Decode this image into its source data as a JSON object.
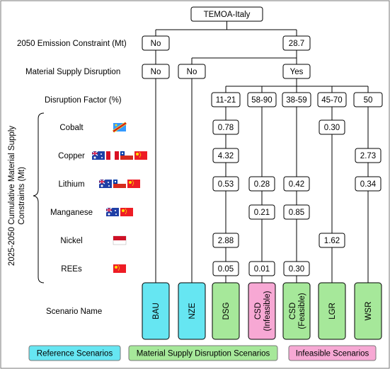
{
  "root": "TEMOA-Italy",
  "row_labels": {
    "emission": "2050 Emission Constraint (Mt)",
    "disruption": "Material Supply Disruption",
    "factor": "Disruption Factor (%)",
    "scenario": "Scenario Name"
  },
  "side_label": [
    "2025-2050 Cumulative Material Supply",
    "Constraints (Mt)"
  ],
  "emission_nodes": [
    "No",
    "28.7"
  ],
  "disruption_nodes": [
    "No",
    "No",
    "Yes"
  ],
  "factors": [
    "11-21",
    "58-90",
    "38-59",
    "45-70",
    "50"
  ],
  "materials": [
    {
      "name": "Cobalt",
      "flags": [
        "DR Congo"
      ]
    },
    {
      "name": "Copper",
      "flags": [
        "Australia",
        "Peru",
        "Chile",
        "China"
      ]
    },
    {
      "name": "Lithium",
      "flags": [
        "Australia",
        "Chile",
        "China"
      ]
    },
    {
      "name": "Manganese",
      "flags": [
        "Australia",
        "China"
      ]
    },
    {
      "name": "Nickel",
      "flags": [
        "Indonesia"
      ]
    },
    {
      "name": "REEs",
      "flags": [
        "China"
      ]
    }
  ],
  "values": {
    "DSG": [
      "0.78",
      "4.32",
      "0.53",
      null,
      "2.88",
      "0.05"
    ],
    "CSD_inf": [
      null,
      null,
      "0.28",
      "0.21",
      null,
      "0.01"
    ],
    "CSD_fea": [
      null,
      null,
      "0.42",
      "0.85",
      null,
      "0.30"
    ],
    "LGR": [
      "0.30",
      null,
      null,
      null,
      "1.62",
      null
    ],
    "WSR": [
      null,
      "2.73",
      "0.34",
      null,
      null,
      null
    ]
  },
  "scenarios": [
    {
      "id": "BAU",
      "lines": [
        "BAU"
      ],
      "type": "reference"
    },
    {
      "id": "NZE",
      "lines": [
        "NZE"
      ],
      "type": "reference"
    },
    {
      "id": "DSG",
      "lines": [
        "DSG"
      ],
      "type": "disruption"
    },
    {
      "id": "CSD_inf",
      "lines": [
        "CSD",
        "(Infeasible)"
      ],
      "type": "infeasible"
    },
    {
      "id": "CSD_fea",
      "lines": [
        "CSD",
        "(Feasible)"
      ],
      "type": "disruption"
    },
    {
      "id": "LGR",
      "lines": [
        "LGR"
      ],
      "type": "disruption"
    },
    {
      "id": "WSR",
      "lines": [
        "WSR"
      ],
      "type": "disruption"
    }
  ],
  "legend": [
    {
      "label": "Reference Scenarios",
      "type": "reference"
    },
    {
      "label": "Material Supply Disruption Scenarios",
      "type": "disruption"
    },
    {
      "label": "Infeasible Scenarios",
      "type": "infeasible"
    }
  ],
  "colors": {
    "reference": "#66e6f2",
    "disruption": "#a6e89a",
    "infeasible": "#f7a8d4",
    "flag_dr_congo": "#3399ff",
    "flag_australia": "#1f3fa6",
    "flag_peru": "#d91023",
    "flag_chile": "#d52b1e",
    "flag_china": "#ee1c25",
    "flag_indonesia": "#ce1126"
  }
}
